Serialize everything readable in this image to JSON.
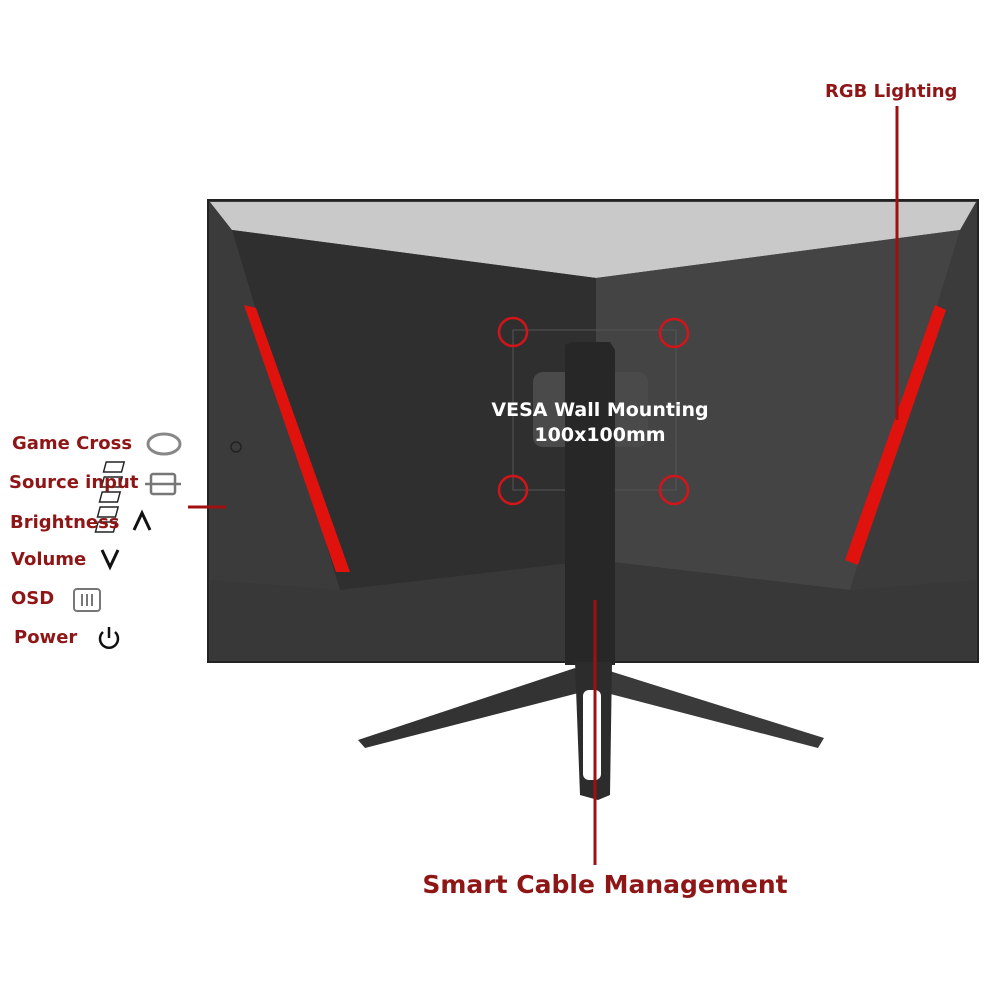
{
  "callouts": {
    "rgb_lighting": "RGB Lighting",
    "vesa_line1": "VESA Wall Mounting",
    "vesa_line2": "100x100mm",
    "cable": "Smart Cable Management"
  },
  "controls": [
    {
      "label": "Game Cross",
      "icon": "ellipse-icon"
    },
    {
      "label": "Source input",
      "icon": "source-input-icon"
    },
    {
      "label": "Brightness",
      "icon": "caret-up-icon"
    },
    {
      "label": "Volume",
      "icon": "caret-down-icon"
    },
    {
      "label": "OSD",
      "icon": "menu-icon"
    },
    {
      "label": "Power",
      "icon": "power-icon"
    }
  ],
  "colors": {
    "accent": "#8e1616",
    "rgb": "#e0120e",
    "body": "#3a3a3a"
  }
}
